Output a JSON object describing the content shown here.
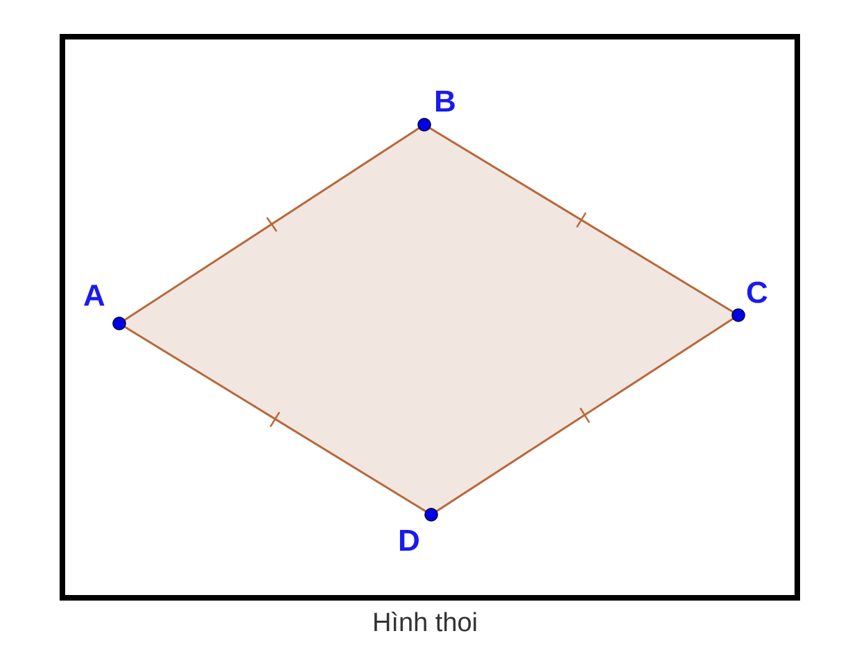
{
  "figure": {
    "caption": "Hình thoi",
    "colors": {
      "fill": "#f2e6e1",
      "edge": "#b8683a",
      "point": "#0000e6",
      "label": "#1a1aee",
      "frame": "#000000"
    },
    "vertices": [
      {
        "name": "A"
      },
      {
        "name": "B"
      },
      {
        "name": "C"
      },
      {
        "name": "D"
      }
    ],
    "equal_side_ticks": [
      "AB",
      "BC",
      "CD",
      "DA"
    ]
  }
}
